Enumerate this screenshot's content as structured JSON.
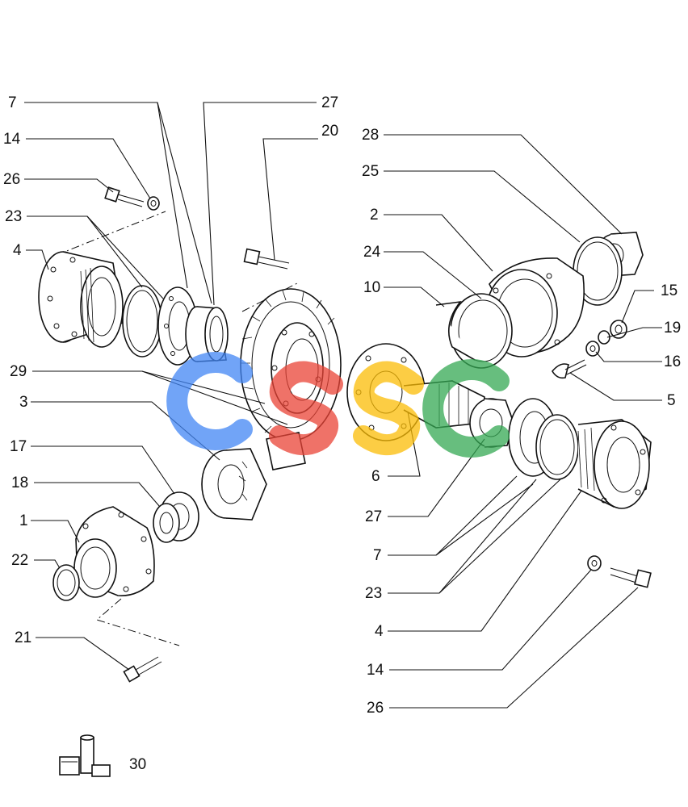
{
  "callouts": [
    {
      "id": "7-left",
      "text": "7"
    },
    {
      "id": "27-top",
      "text": "27"
    },
    {
      "id": "14-left",
      "text": "14"
    },
    {
      "id": "20",
      "text": "20"
    },
    {
      "id": "28",
      "text": "28"
    },
    {
      "id": "26-left",
      "text": "26"
    },
    {
      "id": "25",
      "text": "25"
    },
    {
      "id": "23-left",
      "text": "23"
    },
    {
      "id": "2",
      "text": "2"
    },
    {
      "id": "4-left",
      "text": "4"
    },
    {
      "id": "24",
      "text": "24"
    },
    {
      "id": "10",
      "text": "10"
    },
    {
      "id": "15",
      "text": "15"
    },
    {
      "id": "19",
      "text": "19"
    },
    {
      "id": "16",
      "text": "16"
    },
    {
      "id": "29",
      "text": "29"
    },
    {
      "id": "5",
      "text": "5"
    },
    {
      "id": "3",
      "text": "3"
    },
    {
      "id": "17",
      "text": "17"
    },
    {
      "id": "6",
      "text": "6"
    },
    {
      "id": "18",
      "text": "18"
    },
    {
      "id": "27-right",
      "text": "27"
    },
    {
      "id": "1",
      "text": "1"
    },
    {
      "id": "7-right",
      "text": "7"
    },
    {
      "id": "22",
      "text": "22"
    },
    {
      "id": "23-right",
      "text": "23"
    },
    {
      "id": "4-right",
      "text": "4"
    },
    {
      "id": "21",
      "text": "21"
    },
    {
      "id": "14-right",
      "text": "14"
    },
    {
      "id": "26-right",
      "text": "26"
    },
    {
      "id": "30",
      "text": "30"
    }
  ],
  "watermark": {
    "colors": [
      "#4285F4",
      "#EA4335",
      "#FBBC05",
      "#34A853"
    ]
  }
}
